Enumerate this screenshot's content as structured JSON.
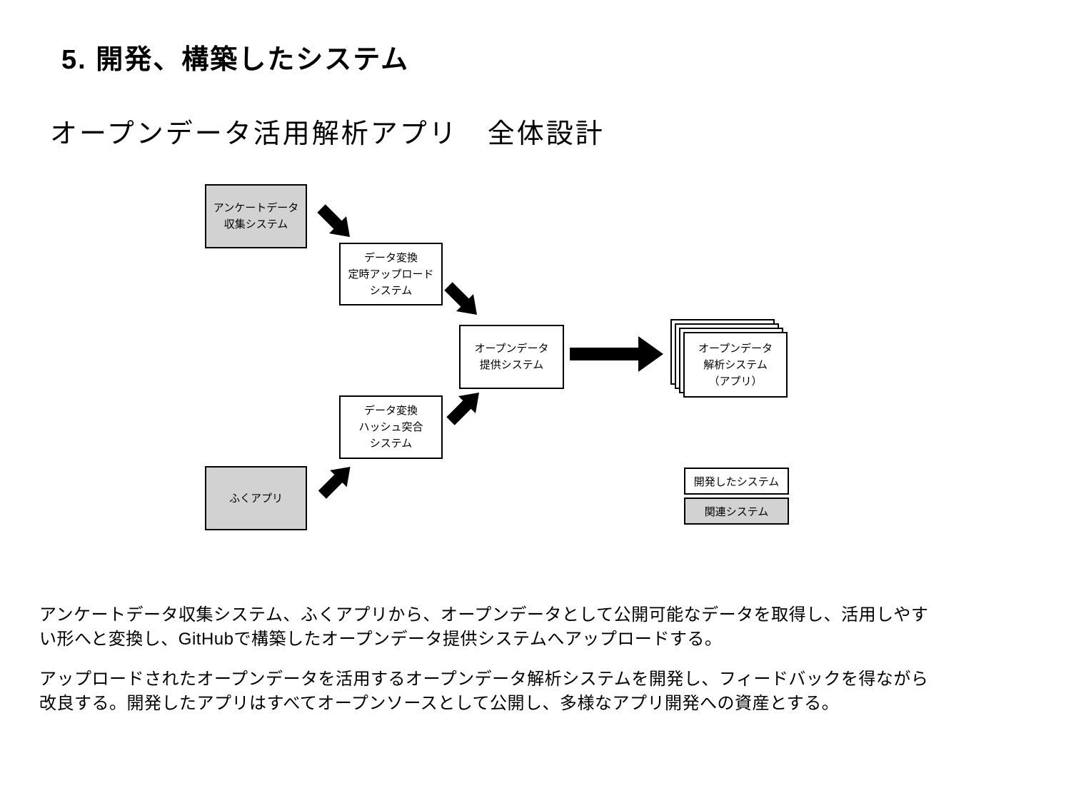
{
  "title": "5. 開発、構築したシステム",
  "subtitle": "オープンデータ活用解析アプリ　全体設計",
  "diagram": {
    "nodes": {
      "survey": "アンケートデータ\n収集システム",
      "convert_upload": "データ変換\n定時アップロード\nシステム",
      "provide": "オープンデータ\n提供システム",
      "convert_hash": "データ変換\nハッシュ突合\nシステム",
      "fuku": "ふくアプリ",
      "analysis": "オープンデータ\n解析システム\n（アプリ）"
    },
    "legend": {
      "developed": "開発したシステム",
      "related": "関連システム"
    }
  },
  "paragraphs": {
    "p1": "アンケートデータ収集システム、ふくアプリから、オープンデータとして公開可能なデータを取得し、活用しやす\nい形へと変換し、GitHubで構築したオープンデータ提供システムへアップロードする。",
    "p2": "アップロードされたオープンデータを活用するオープンデータ解析システムを開発し、フィードバックを得ながら\n改良する。開発したアプリはすべてオープンソースとして公開し、多様なアプリ開発への資産とする。"
  },
  "colors": {
    "border": "#000000",
    "arrow": "#000000",
    "related_fill": "#d2d2d2",
    "developed_fill": "#ffffff",
    "background": "#ffffff",
    "text": "#000000"
  }
}
